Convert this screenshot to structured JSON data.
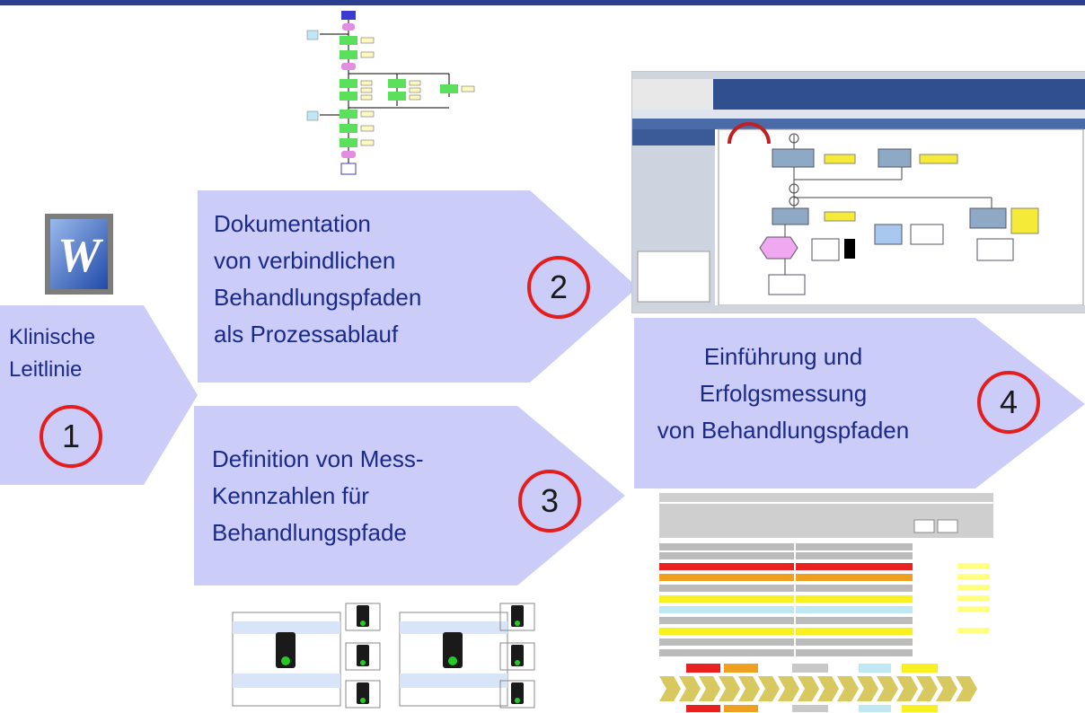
{
  "steps": [
    {
      "num": "1",
      "lines": [
        "Klinische",
        "Leitlinie"
      ]
    },
    {
      "num": "2",
      "lines": [
        "Dokumentation",
        "von verbindlichen",
        "Behandlungspfaden",
        "als Prozessablauf"
      ]
    },
    {
      "num": "3",
      "lines": [
        "Definition von Mess-",
        "Kennzahlen für",
        "Behandlungspfade"
      ]
    },
    {
      "num": "4",
      "lines": [
        "Einführung und",
        "Erfolgsmessung",
        "von Behandlungspfaden"
      ]
    }
  ],
  "colors": {
    "arrow": "#ccccf8",
    "ring": "#e41d1d",
    "text": "#1a2a8a",
    "topbar": "#2a3f8f"
  },
  "icons": {
    "word": "word-document-icon"
  }
}
